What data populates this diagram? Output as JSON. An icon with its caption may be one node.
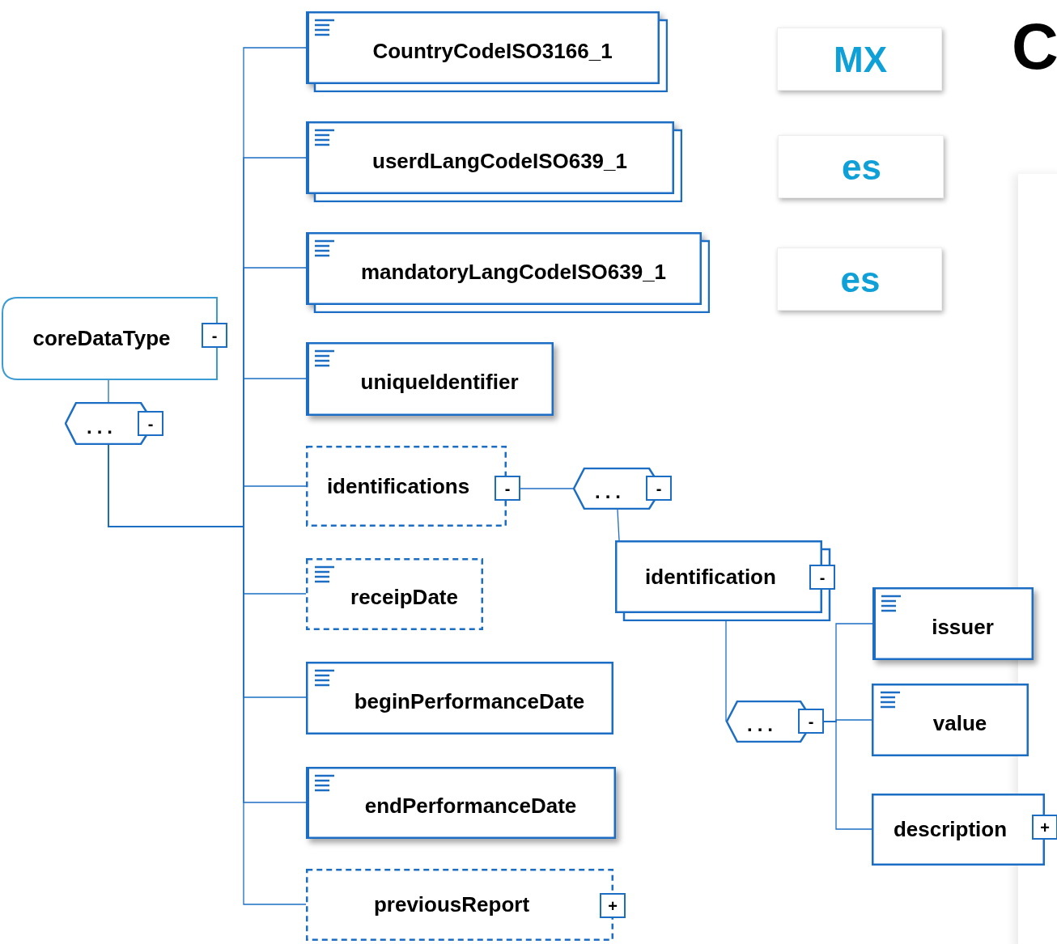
{
  "diagram": {
    "nodes": [
      {
        "text": [
          "coreDataType",
          "-"
        ]
      },
      {
        "text": [
          "...",
          "-"
        ]
      },
      {
        "text": [
          "CountryCodeISO3166_1"
        ]
      },
      {
        "text": [
          "userdLangCodeISO639_1"
        ]
      },
      {
        "text": [
          "mandatoryLangCodeISO639_1"
        ]
      },
      {
        "text": [
          "uniqueIdentifier"
        ]
      },
      {
        "text": [
          "identifications",
          "-"
        ]
      },
      {
        "text": [
          "receipDate"
        ]
      },
      {
        "text": [
          "beginPerformanceDate"
        ]
      },
      {
        "text": [
          "endPerformanceDate"
        ]
      },
      {
        "text": [
          "previousReport",
          "+"
        ]
      },
      {
        "text": [
          "...",
          "-"
        ]
      },
      {
        "text": [
          "identification",
          "-"
        ]
      },
      {
        "text": [
          "...",
          "-"
        ]
      },
      {
        "text": [
          "issuer"
        ]
      },
      {
        "text": [
          "value"
        ]
      },
      {
        "text": [
          "description",
          "+"
        ]
      },
      {
        "text": [
          "MX"
        ]
      },
      {
        "text": [
          "es"
        ]
      },
      {
        "text": [
          "es"
        ]
      }
    ],
    "edges": [
      {
        "from": 0,
        "to": 1,
        "arrow": "none"
      },
      {
        "from": 1,
        "to": 2,
        "arrow": "none"
      },
      {
        "from": 1,
        "to": 3,
        "arrow": "none"
      },
      {
        "from": 1,
        "to": 4,
        "arrow": "none"
      },
      {
        "from": 1,
        "to": 5,
        "arrow": "none"
      },
      {
        "from": 1,
        "to": 6,
        "arrow": "none"
      },
      {
        "from": 1,
        "to": 7,
        "arrow": "none"
      },
      {
        "from": 1,
        "to": 8,
        "arrow": "none"
      },
      {
        "from": 1,
        "to": 9,
        "arrow": "none"
      },
      {
        "from": 1,
        "to": 10,
        "arrow": "none"
      },
      {
        "from": 6,
        "to": 11,
        "arrow": "none"
      },
      {
        "from": 11,
        "to": 12,
        "arrow": "none"
      },
      {
        "from": 12,
        "to": 13,
        "arrow": "none"
      },
      {
        "from": 13,
        "to": 14,
        "arrow": "none"
      },
      {
        "from": 13,
        "to": 15,
        "arrow": "none"
      },
      {
        "from": 13,
        "to": 16,
        "arrow": "none"
      }
    ],
    "labels": [
      "C"
    ]
  }
}
